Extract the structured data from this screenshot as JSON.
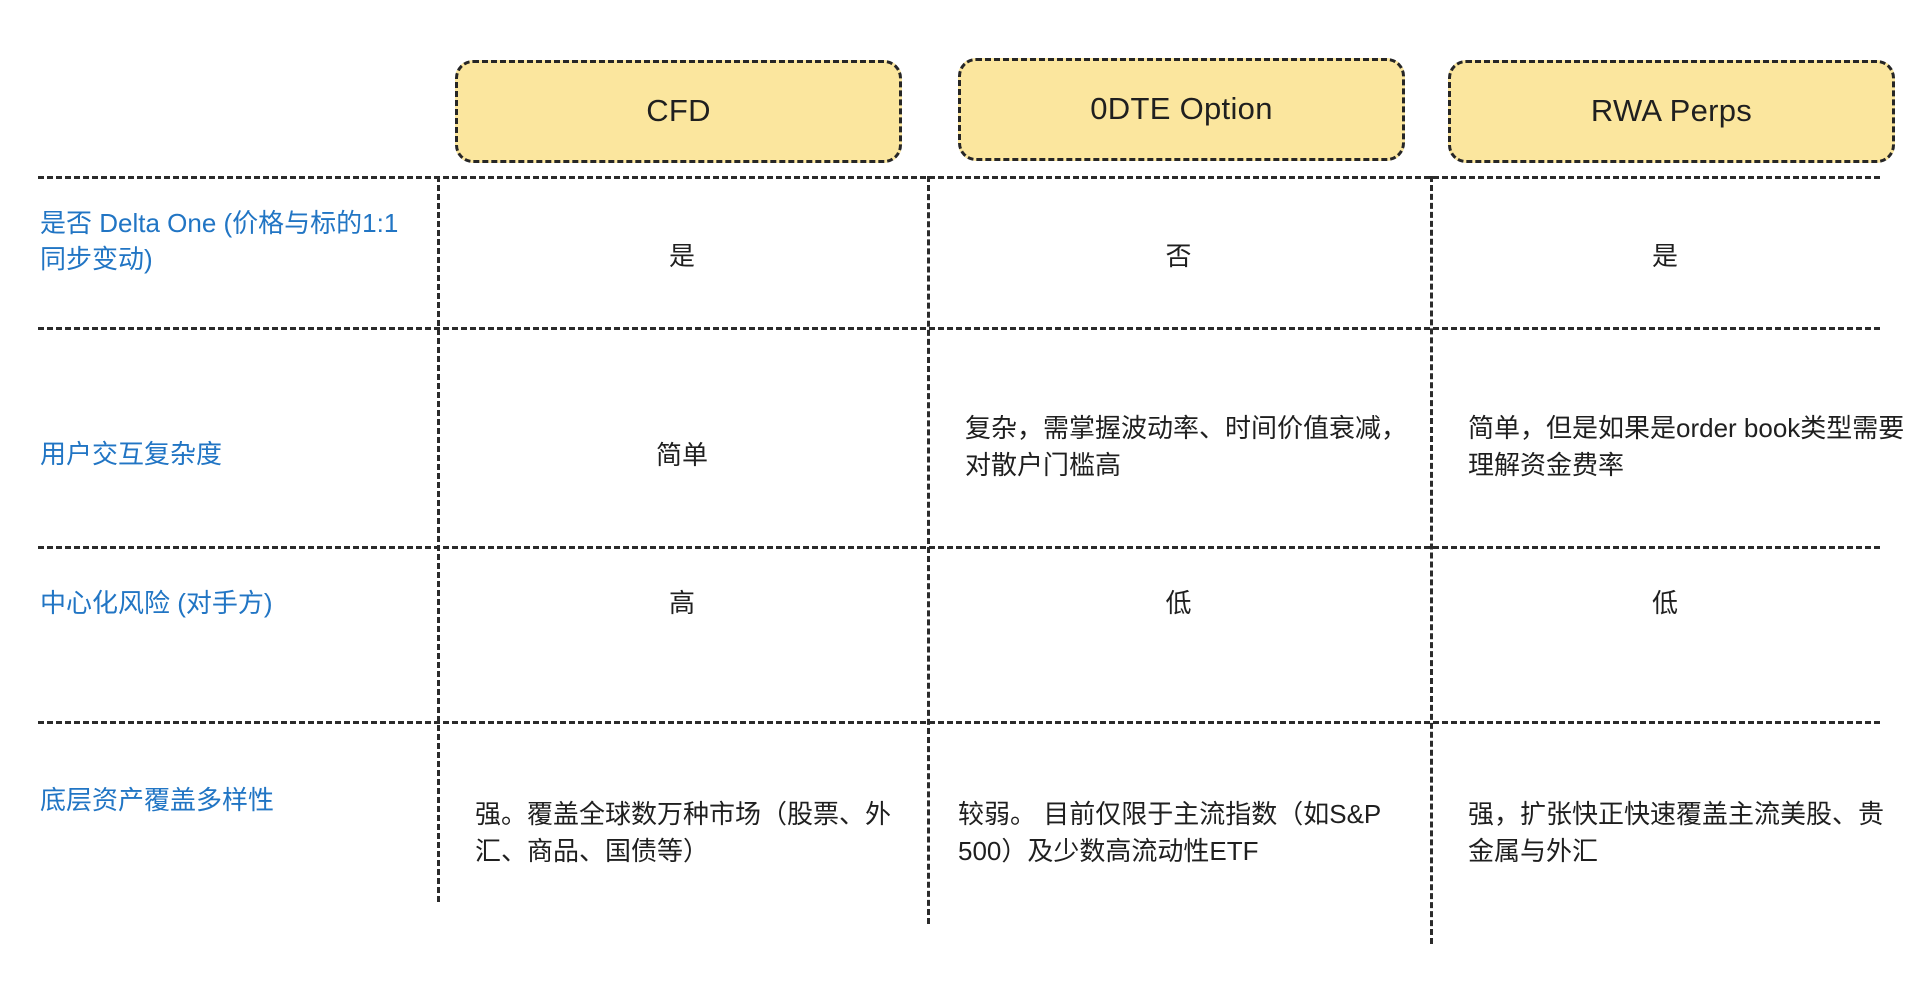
{
  "table": {
    "columns": [
      {
        "id": "cfd",
        "label": "CFD"
      },
      {
        "id": "odte",
        "label": "0DTE Option"
      },
      {
        "id": "rwa",
        "label": "RWA Perps"
      }
    ],
    "rows": [
      {
        "id": "delta-one",
        "label": "是否 Delta One (价格与标的1:1同步变动)",
        "cells": [
          "是",
          "否",
          "是"
        ]
      },
      {
        "id": "ux-complexity",
        "label": "用户交互复杂度",
        "cells": [
          "简单",
          "复杂，需掌握波动率、时间价值衰减，对散户门槛高",
          "简单，但是如果是order book类型需要理解资金费率"
        ]
      },
      {
        "id": "centralization-risk",
        "label": "中心化风险 (对手方)",
        "cells": [
          "高",
          "低",
          "低"
        ]
      },
      {
        "id": "asset-coverage",
        "label": "底层资产覆盖多样性",
        "cells": [
          "强。覆盖全球数万种市场（股票、外汇、商品、国债等）",
          "较弱。 目前仅限于主流指数（如S&P 500）及少数高流动性ETF",
          "强，扩张快正快速覆盖主流美股、贵金属与外汇"
        ]
      }
    ]
  },
  "colors": {
    "header_fill": "#FBE69E",
    "header_border": "#262626",
    "label_text": "#2175C4",
    "cell_text": "#1F1F1F",
    "grid_line": "#2B2B2B",
    "background": "#FFFFFF"
  }
}
